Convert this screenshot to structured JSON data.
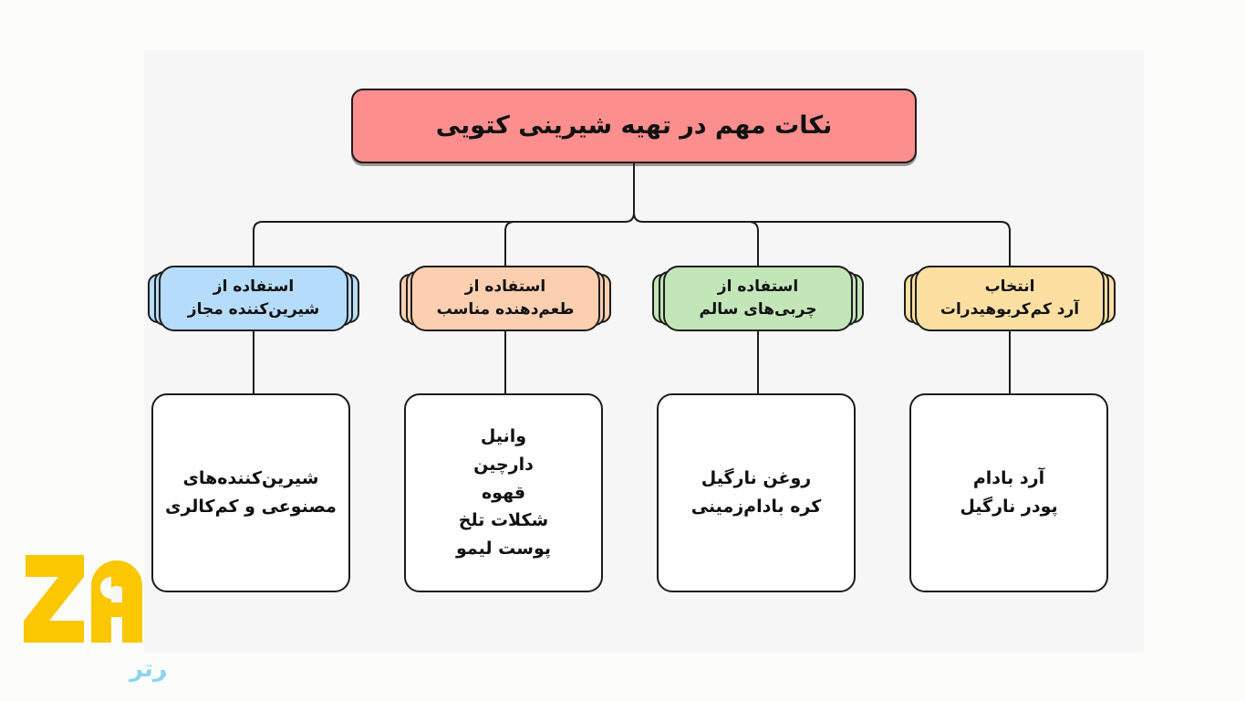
{
  "diagram": {
    "type": "tree",
    "direction": "rtl",
    "title": "نکات مهم در تهیه شیرینی کتویی",
    "title_color": "#fc8e8e",
    "canvas_color": "#f6f6f6",
    "page_color": "#fcfdfa",
    "line_color": "#1c1c1c",
    "branches": [
      {
        "label": "استفاده از\nشیرین‌کننده مجاز",
        "color": "#b6dcfb",
        "detail": "شیرین‌کننده‌های\nمصنوعی و کم‌کالری",
        "detail_items": [
          "شیرین‌کننده‌های مصنوعی و کم‌کالری"
        ]
      },
      {
        "label": "استفاده از\nطعم‌دهنده مناسب",
        "color": "#fccfb0",
        "detail": "وانیل\nدارچین\nقهوه\nشکلات تلخ\nپوست لیمو",
        "detail_items": [
          "وانیل",
          "دارچین",
          "قهوه",
          "شکلات تلخ",
          "پوست لیمو"
        ]
      },
      {
        "label": "استفاده از\nچربی‌های سالم",
        "color": "#c3e6b8",
        "detail": "روغن نارگیل\nکره بادام‌زمینی",
        "detail_items": [
          "روغن نارگیل",
          "کره بادام‌زمینی"
        ]
      },
      {
        "label": "انتخاب\nآرد کم‌کربوهیدرات",
        "color": "#fddfa2",
        "detail": "آرد بادام\nپودر نارگیل",
        "detail_items": [
          "آرد بادام",
          "پودر نارگیل"
        ]
      }
    ]
  },
  "watermark": {
    "mark": "ZA",
    "tagline": "مربی برتر",
    "mark_color": "#fbc700",
    "tagline_color": "#8bd3f2"
  }
}
